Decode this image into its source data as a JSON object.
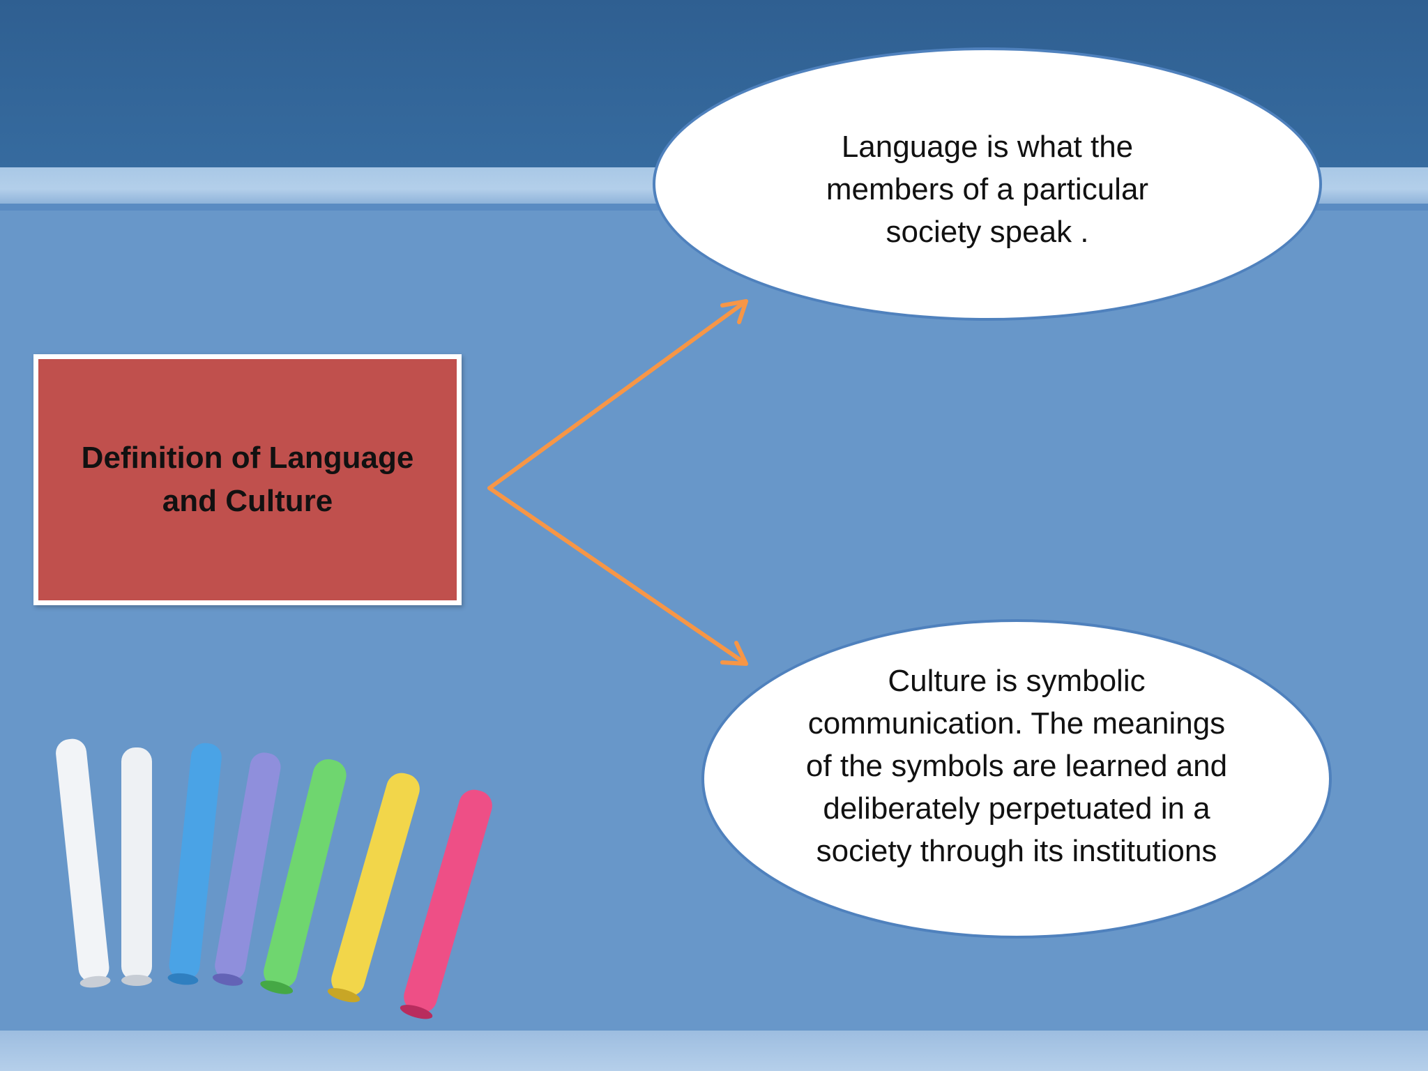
{
  "slide": {
    "central_box": {
      "text": "Definition of Language and Culture"
    },
    "language_bubble": {
      "text": "Language is what the members of a particular society speak ."
    },
    "culture_bubble": {
      "text": "Culture is symbolic communication. The meanings of the symbols are learned and deliberately perpetuated in a society through its institutions"
    }
  },
  "colors": {
    "background": "#6897c9",
    "header_band": "#2f5f91",
    "central_box_fill": "#c0504d",
    "bubble_fill": "#ffffff",
    "bubble_border": "#4f81bd",
    "arrow": "#f79646"
  },
  "decoration": {
    "chalk_icon": "chalk-sticks",
    "chalk_colors": [
      "#f4f6f8",
      "#eef2f5",
      "#4aa3e6",
      "#8f8fdc",
      "#6fd66f",
      "#f2d64a",
      "#ee4f86"
    ]
  }
}
